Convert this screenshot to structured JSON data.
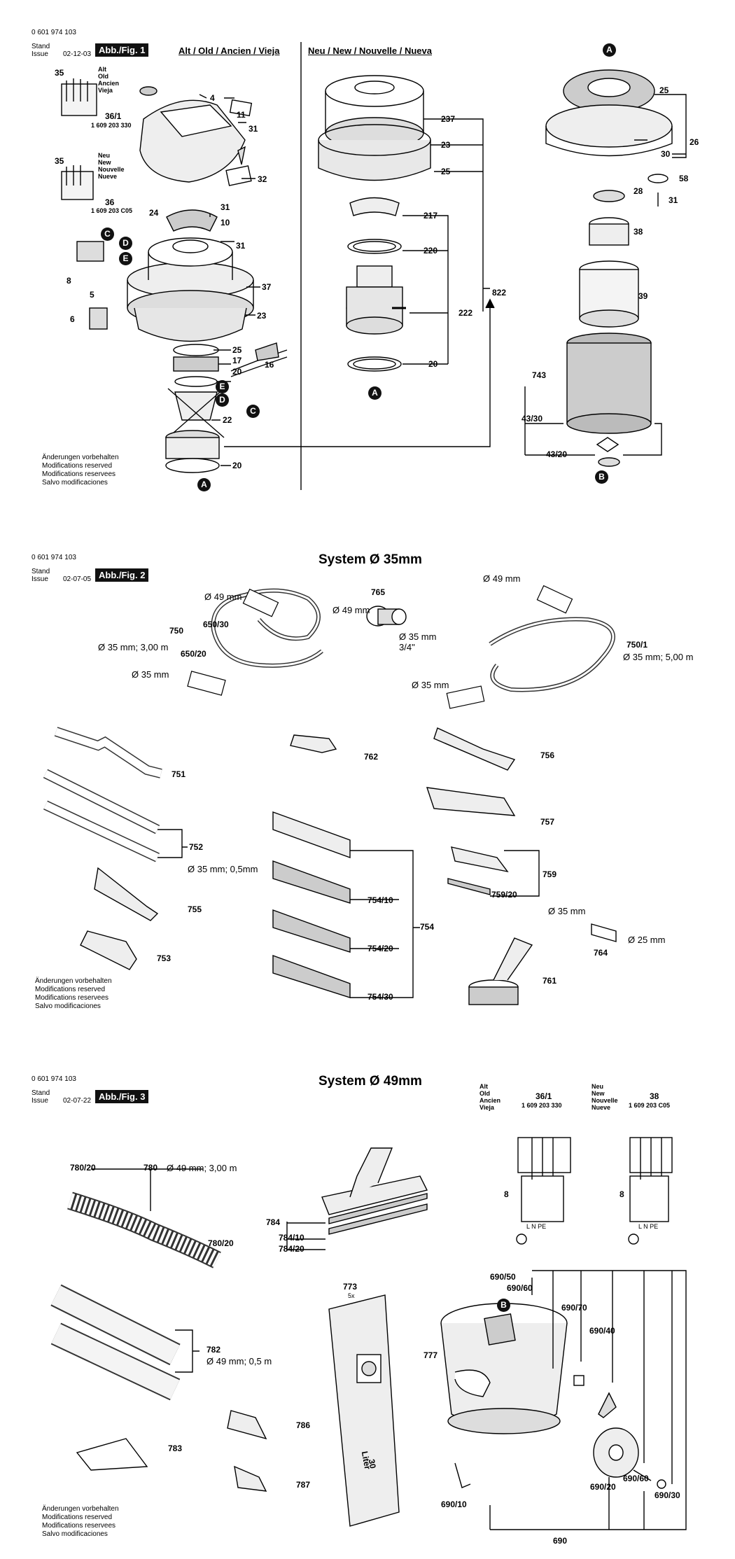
{
  "fig1": {
    "doc_no": "0 601 974 103",
    "stand": "Stand",
    "issue": "Issue",
    "date": "02-12-03",
    "fig_label": "Abb./Fig. 1",
    "hdr_old": "Alt / Old / Ancien / Vieja",
    "hdr_new": "Neu / New / Nouvelle / Nueva",
    "old_words": [
      "Alt",
      "Old",
      "Ancien",
      "Vieja"
    ],
    "new_words": [
      "Neu",
      "New",
      "Nouvelle",
      "Nueve"
    ],
    "old_switch_part": "36/1",
    "old_switch_no": "1 609 203 330",
    "new_switch_part": "36",
    "new_switch_no": "1 609 203 C05",
    "parts": {
      "p35a": "35",
      "p4": "4",
      "p11": "11",
      "p31a": "31",
      "p32": "32",
      "p35b": "35",
      "p24": "24",
      "p31b": "31",
      "p10": "10",
      "p31c": "31",
      "p8": "8",
      "p5": "5",
      "p6": "6",
      "p37": "37",
      "p23": "23",
      "p25": "25",
      "p17": "17",
      "p20a": "20",
      "p16": "16",
      "p22": "22",
      "p20b": "20",
      "n237": "237",
      "n23": "23",
      "n25": "25",
      "n217": "217",
      "n220": "220",
      "n822": "822",
      "n222": "222",
      "n20": "20",
      "r25": "25",
      "r26": "26",
      "r30": "30",
      "r58": "58",
      "r28": "28",
      "r31": "31",
      "r38": "38",
      "r39": "39",
      "r743": "743",
      "r4330": "43/30",
      "r4320": "43/20"
    },
    "circles": {
      "A": "A",
      "B": "B",
      "C": "C",
      "D": "D",
      "E": "E"
    },
    "notes": [
      "Änderungen vorbehalten",
      "Modifications reserved",
      "Modifications reservees",
      "Salvo modificaciones"
    ]
  },
  "fig2": {
    "doc_no": "0 601 974 103",
    "stand": "Stand",
    "issue": "Issue",
    "date": "02-07-05",
    "fig_label": "Abb./Fig. 2",
    "system": "System Ø 35mm",
    "labels": {
      "d49a": "Ø 49 mm",
      "p750": "750",
      "p650_30": "650/30",
      "d35_3m": "Ø 35 mm; 3,00 m",
      "p650_20": "650/20",
      "d35a": "Ø 35 mm",
      "p765": "765",
      "d49b": "Ø 49 mm",
      "d35b": "Ø 35 mm",
      "thread": "3/4\"",
      "d49c": "Ø 49 mm",
      "p750_1": "750/1",
      "d35_5m": "Ø 35 mm; 5,00 m",
      "d35c": "Ø 35 mm",
      "p751": "751",
      "p762": "762",
      "p756": "756",
      "p757": "757",
      "p752": "752",
      "d35_05": "Ø 35 mm; 0,5mm",
      "p759": "759",
      "p759_20": "759/20",
      "p755": "755",
      "p754_10": "754/10",
      "p754": "754",
      "d35d": "Ø 35 mm",
      "p764": "764",
      "d25": "Ø 25 mm",
      "p753": "753",
      "p754_20": "754/20",
      "p761": "761",
      "p754_30": "754/30"
    },
    "notes": [
      "Änderungen vorbehalten",
      "Modifications reserved",
      "Modifications reservees",
      "Salvo modificaciones"
    ]
  },
  "fig3": {
    "doc_no": "0 601 974 103",
    "stand": "Stand",
    "issue": "Issue",
    "date": "02-07-22",
    "fig_label": "Abb./Fig. 3",
    "system": "System Ø 49mm",
    "labels": {
      "p780_20a": "780/20",
      "p780": "780",
      "d49_3m": "Ø 49 mm; 3,00 m",
      "p780_20b": "780/20",
      "p784": "784",
      "p784_10": "784/10",
      "p784_20": "784/20",
      "p773": "773",
      "x5": "5x",
      "p782": "782",
      "d49_05": "Ø 49 mm; 0,5 m",
      "p786": "786",
      "p783": "783",
      "p787": "787",
      "bag_a": "30",
      "bag_b": "Liter",
      "old_words": [
        "Alt",
        "Old",
        "Ancien",
        "Vieja"
      ],
      "new_words": [
        "Neu",
        "New",
        "Nouvelle",
        "Nueve"
      ],
      "sw_old": "36/1",
      "sw_old_no": "1 609 203 330",
      "sw_new": "38",
      "sw_new_no": "1 609 203 C05",
      "p8a": "8",
      "p8b": "8",
      "p690_50": "690/50",
      "p690_60a": "690/60",
      "p690_70": "690/70",
      "p690_40": "690/40",
      "p777": "777",
      "p690_10": "690/10",
      "p690_20": "690/20",
      "p690_60b": "690/60",
      "p690_30": "690/30",
      "p690": "690",
      "circB": "B",
      "lnpe": "L N PE"
    },
    "notes": [
      "Änderungen vorbehalten",
      "Modifications reserved",
      "Modifications reservees",
      "Salvo modificaciones"
    ]
  }
}
